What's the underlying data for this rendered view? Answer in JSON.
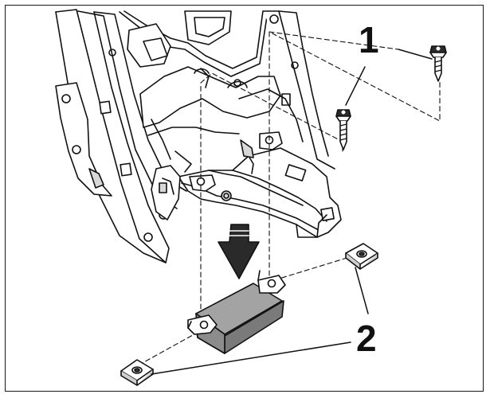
{
  "callouts": [
    {
      "id": "1",
      "label": "1",
      "refers_to": "screws"
    },
    {
      "id": "2",
      "label": "2",
      "refers_to": "clip nuts"
    }
  ],
  "colors": {
    "line": "#111111",
    "metal": "#ffffff",
    "shadow": "#d8d8d8",
    "module": "#8c8c8c",
    "module_top": "#a9a9a9",
    "arrow": "#222222"
  },
  "icons": {
    "direction": "arrow-down-icon",
    "fastener": "torx-screw-icon",
    "nut": "clip-nut-icon"
  }
}
